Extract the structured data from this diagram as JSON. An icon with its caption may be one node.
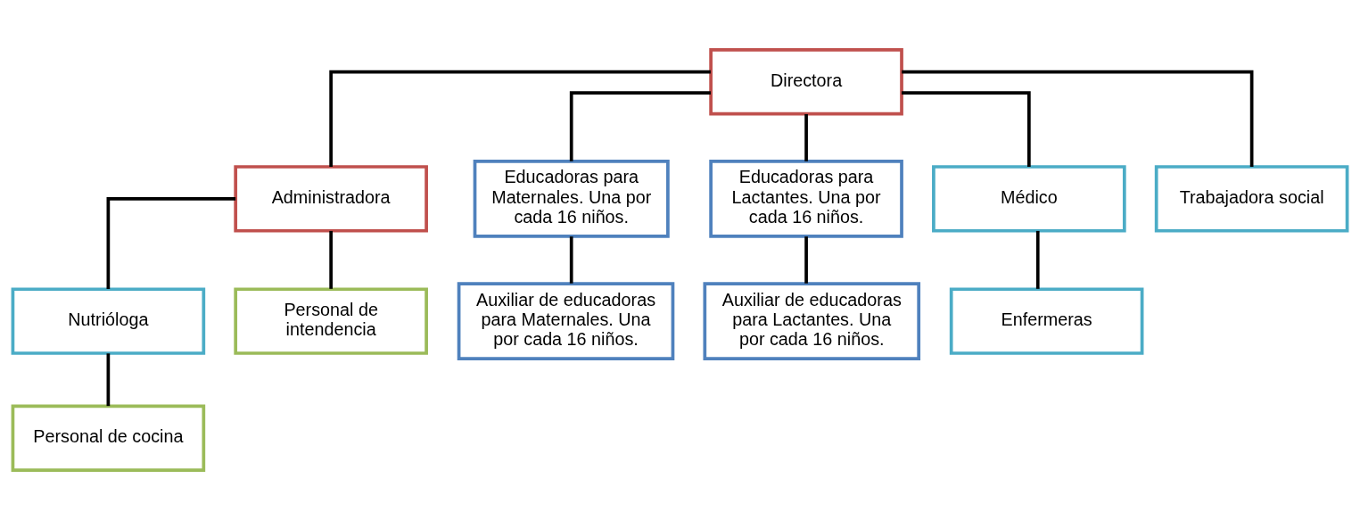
{
  "diagram": {
    "nodes": [
      {
        "text": [
          "Directora"
        ]
      },
      {
        "text": [
          "Administradora"
        ]
      },
      {
        "text": [
          "Educadoras para Maternales. Una por cada 16 niños."
        ]
      },
      {
        "text": [
          "Educadoras para Lactantes. Una por cada 16 niños."
        ]
      },
      {
        "text": [
          "Médico"
        ]
      },
      {
        "text": [
          "Trabajadora social"
        ]
      },
      {
        "text": [
          "Nutrióloga"
        ]
      },
      {
        "text": [
          "Personal de intendencia"
        ]
      },
      {
        "text": [
          "Personal de cocina"
        ]
      },
      {
        "text": [
          "Auxiliar de educadoras para Maternales. Una por cada 16 niños."
        ]
      },
      {
        "text": [
          "Auxiliar de educadoras para Lactantes. Una por cada 16 niños."
        ]
      },
      {
        "text": [
          "Enfermeras"
        ]
      }
    ],
    "edges": [
      {
        "from": 0,
        "to": 1,
        "arrow": "none"
      },
      {
        "from": 0,
        "to": 2,
        "arrow": "none"
      },
      {
        "from": 0,
        "to": 3,
        "arrow": "none"
      },
      {
        "from": 0,
        "to": 4,
        "arrow": "none"
      },
      {
        "from": 0,
        "to": 5,
        "arrow": "none"
      },
      {
        "from": 1,
        "to": 6,
        "arrow": "none"
      },
      {
        "from": 1,
        "to": 7,
        "arrow": "none"
      },
      {
        "from": 6,
        "to": 8,
        "arrow": "none"
      },
      {
        "from": 2,
        "to": 9,
        "arrow": "none"
      },
      {
        "from": 3,
        "to": 10,
        "arrow": "none"
      },
      {
        "from": 4,
        "to": 11,
        "arrow": "none"
      }
    ]
  }
}
